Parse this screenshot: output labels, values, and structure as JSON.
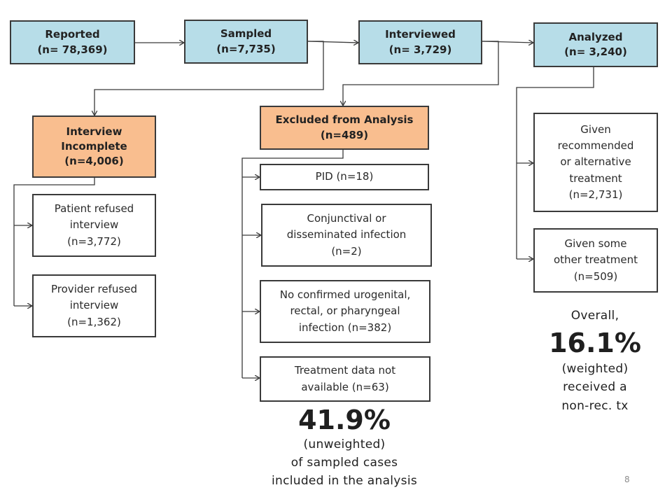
{
  "flow": {
    "reported": {
      "label": "Reported",
      "count": "(n= 78,369)"
    },
    "sampled": {
      "label": "Sampled",
      "count": "(n=7,735)"
    },
    "interviewed": {
      "label": "Interviewed",
      "count": "(n= 3,729)"
    },
    "analyzed": {
      "label": "Analyzed",
      "count": "(n= 3,240)"
    }
  },
  "incomplete": {
    "title_1": "Interview",
    "title_2": "Incomplete",
    "count": "(n=4,006)",
    "patient": {
      "line1": "Patient refused",
      "line2": "interview",
      "line3": "(n=3,772)"
    },
    "provider": {
      "line1": "Provider refused",
      "line2": "interview",
      "line3": "(n=1,362)"
    }
  },
  "excluded": {
    "title": "Excluded from Analysis",
    "count": "(n=489)",
    "pid": "PID (n=18)",
    "conj": {
      "line1": "Conjunctival or",
      "line2": "disseminated infection",
      "line3": "(n=2)"
    },
    "noconf": {
      "line1": "No confirmed urogenital,",
      "line2": "rectal, or pharyngeal",
      "line3": "infection (n=382)"
    },
    "treat": {
      "line1": "Treatment data not",
      "line2": "available (n=63)"
    }
  },
  "analyzed_groups": {
    "recommended": {
      "line1": "Given",
      "line2": "recommended",
      "line3": "or alternative",
      "line4": "treatment",
      "line5": "(n=2,731)"
    },
    "other": {
      "line1": "Given some",
      "line2": "other treatment",
      "line3": "(n=509)"
    }
  },
  "stat_left": {
    "pct": "41.9%",
    "line1": "(unweighted)",
    "line2": "of sampled cases",
    "line3": "included in the analysis"
  },
  "stat_right": {
    "prefix": "Overall,",
    "pct": "16.1%",
    "line1": "(weighted)",
    "line2": "received a",
    "line3": "non-rec. tx"
  },
  "page_number": "8"
}
